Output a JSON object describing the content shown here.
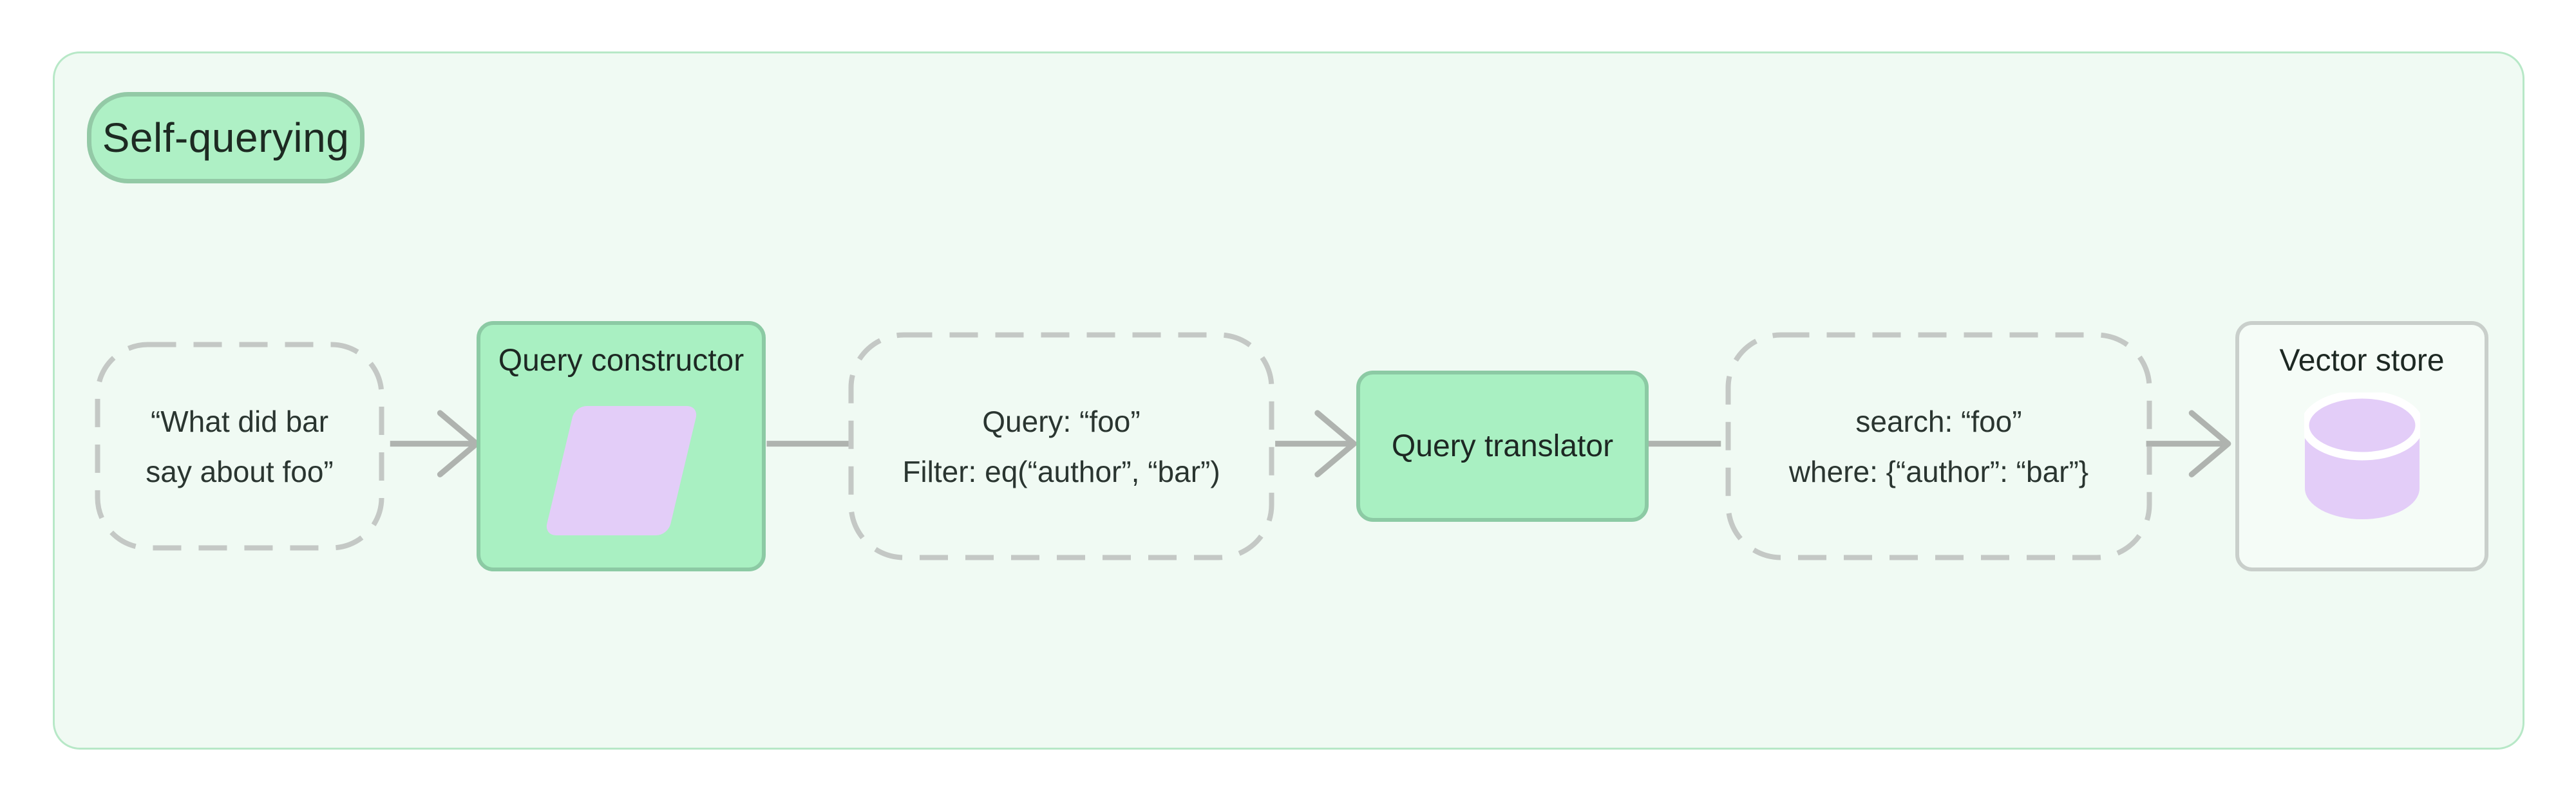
{
  "badge": {
    "label": "Self-querying"
  },
  "flow": {
    "input": {
      "line1": "“What did bar",
      "line2": "say about foo”"
    },
    "query_constructor": {
      "label": "Query constructor",
      "icon": "parallelogram-icon"
    },
    "structured_query": {
      "line1": "Query: “foo”",
      "line2": "Filter: eq(“author”, “bar”)"
    },
    "query_translator": {
      "label": "Query translator"
    },
    "translated_query": {
      "line1": "search: “foo”",
      "line2": "where: {“author”: “bar”}"
    },
    "vector_store": {
      "label": "Vector store",
      "icon": "database-icon"
    }
  },
  "colors": {
    "canvas_background": "#f0faf3",
    "canvas_border": "#b7e8c7",
    "node_green": "#a9f0c2",
    "node_green_border": "#8ccaa4",
    "badge_green": "#aef0c5",
    "badge_border": "#93c9a6",
    "lavender": "#e3cdf8",
    "dashed_gray": "#c4c8c5",
    "arrow_gray": "#afb3af",
    "store_background": "#f5fcf7",
    "store_border": "#c9cfcb",
    "text": "#1d2823"
  }
}
